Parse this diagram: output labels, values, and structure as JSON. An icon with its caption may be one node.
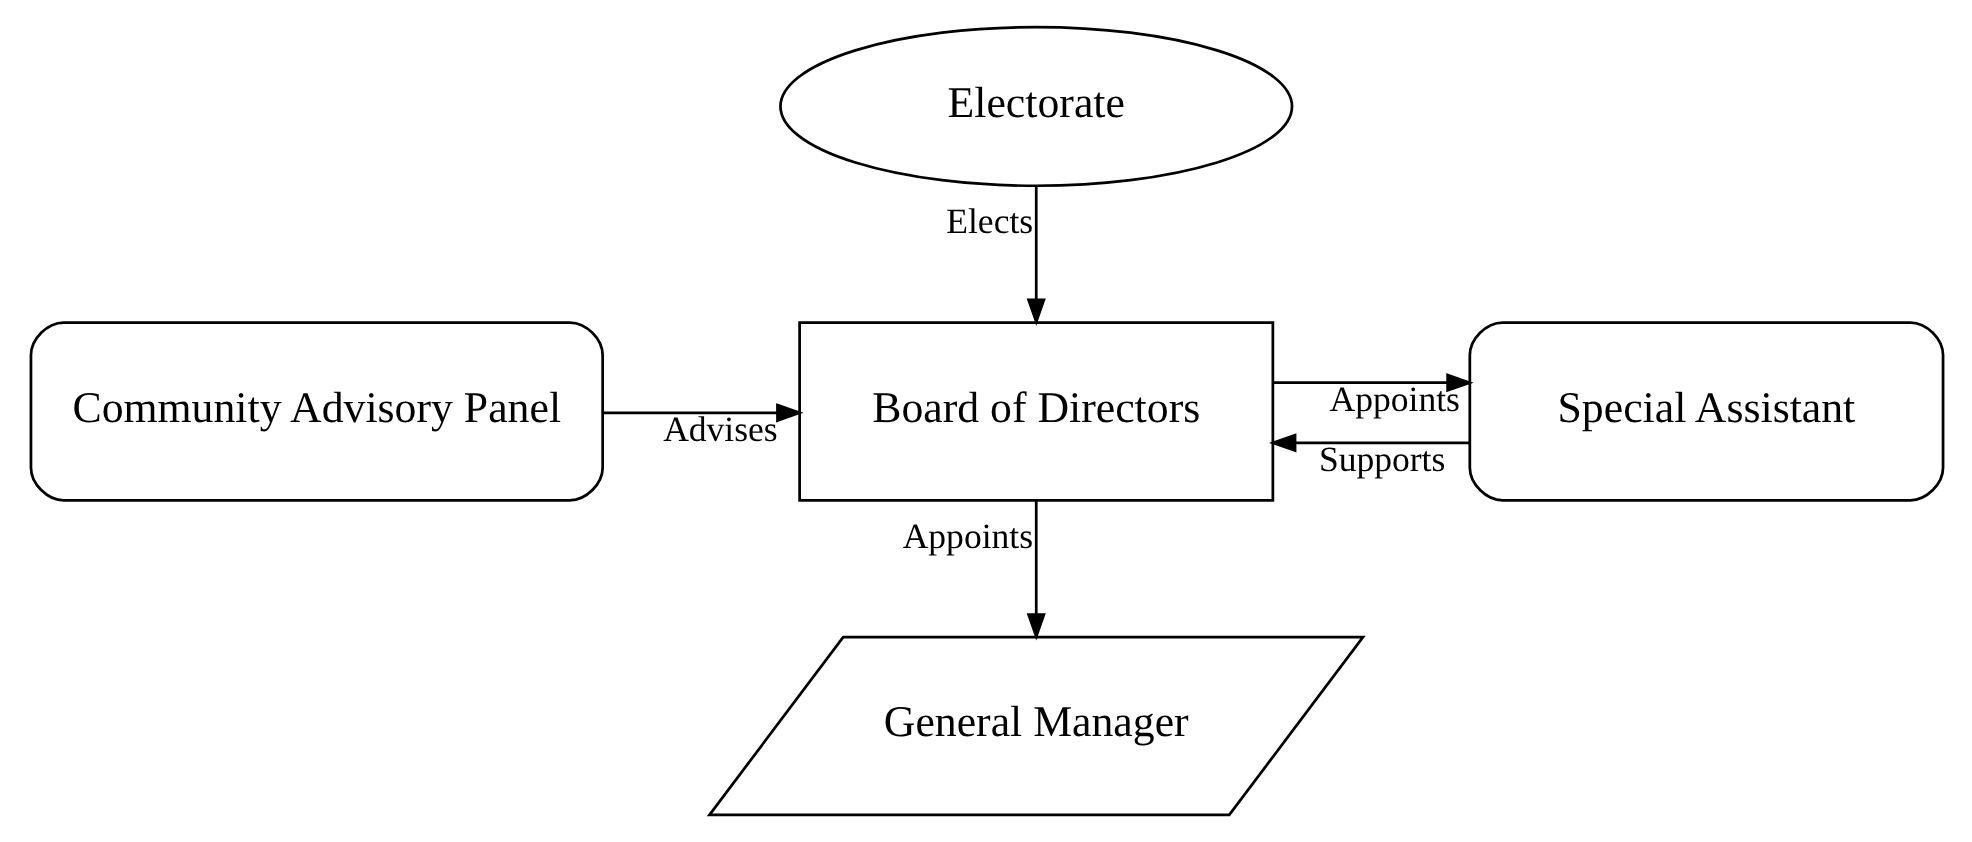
{
  "diagram": {
    "nodes": [
      {
        "text": [
          "Electorate"
        ]
      },
      {
        "text": [
          "Community Advisory Panel"
        ]
      },
      {
        "text": [
          "Board of Directors"
        ]
      },
      {
        "text": [
          "Special Assistant"
        ]
      },
      {
        "text": [
          "General Manager"
        ]
      }
    ],
    "edges": [
      {
        "from": 0,
        "to": 2,
        "arrow": "to",
        "label": "Elects"
      },
      {
        "from": 1,
        "to": 2,
        "arrow": "to",
        "label": "Advises"
      },
      {
        "from": 2,
        "to": 3,
        "arrow": "to",
        "label": "Appoints"
      },
      {
        "from": 3,
        "to": 2,
        "arrow": "to",
        "label": "Supports"
      },
      {
        "from": 2,
        "to": 4,
        "arrow": "to",
        "label": "Appoints"
      }
    ]
  }
}
